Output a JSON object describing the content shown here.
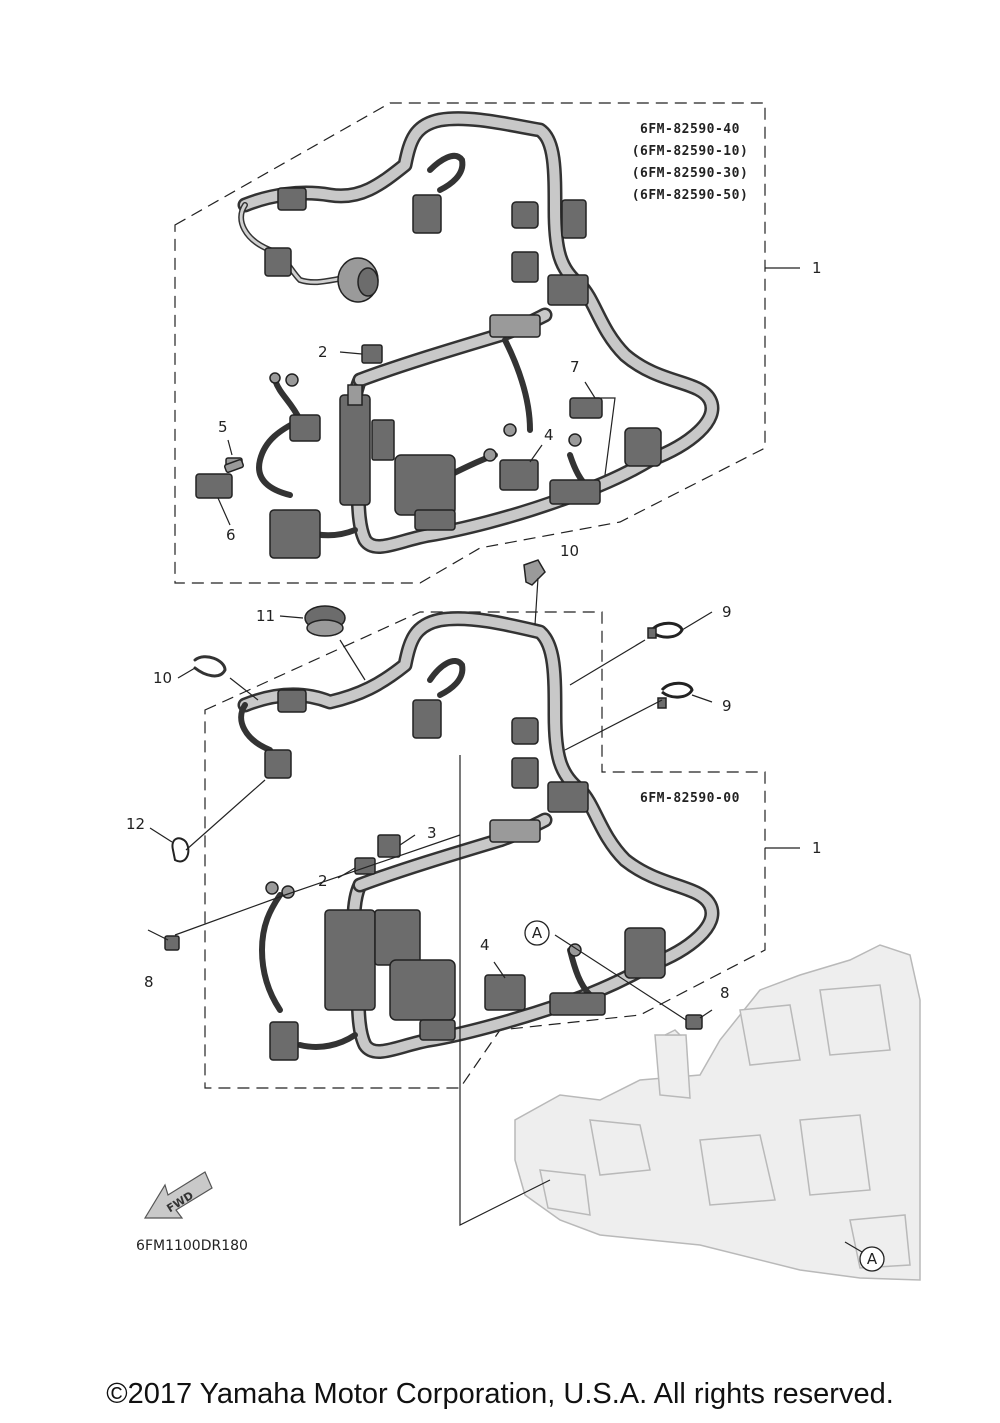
{
  "part_numbers": {
    "upper": [
      "6FM-82590-40",
      "(6FM-82590-10)",
      "(6FM-82590-30)",
      "(6FM-82590-50)"
    ],
    "lower": "6FM-82590-00"
  },
  "callouts": {
    "c1": "1",
    "c2": "2",
    "c3": "3",
    "c4": "4",
    "c5": "5",
    "c6": "6",
    "c7": "7",
    "c8": "8",
    "c9": "9",
    "c10": "10",
    "c11": "11",
    "c12": "12"
  },
  "reference_marker": "A",
  "fwd_label": "FWD",
  "drawing_code": "6FM1100DR180",
  "copyright": "©2017 Yamaha Motor Corporation, U.S.A. All rights reserved.",
  "colors": {
    "line": "#222222",
    "part_fill": "#6c6c6c",
    "engine_fill": "#eeeeee"
  }
}
